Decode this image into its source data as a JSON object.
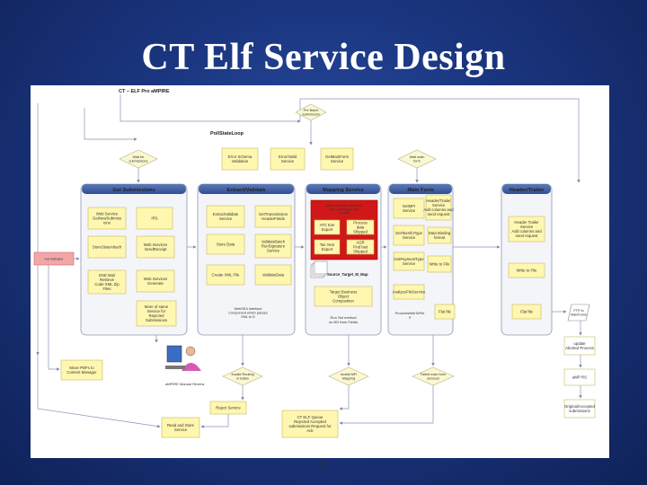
{
  "slide": {
    "title": "CT Elf Service Design",
    "page_number": "6"
  },
  "diagram": {
    "header": "CT – ELF Pro aMPIRE",
    "loop_label": "PollStateLoop",
    "top_nodes": {
      "pre_batch": [
        "Pre Batch",
        "Submission"
      ]
    },
    "sections": {
      "get_submissions": "Get Submissions",
      "extract_validate": "Extract/Validate",
      "mapping_service": "Mapping Service",
      "main_form": "Main Form",
      "header_trailer": "Header/Trailer"
    },
    "decisions": {
      "wait_submissions": [
        "Wait for",
        "submissions"
      ],
      "wait_main_form": [
        "Wait main",
        "form"
      ],
      "invalid_routing": [
        "Invalid Routing",
        "in Dates"
      ],
      "invalid_mapping": [
        "Invalid MFI",
        "Mapping"
      ],
      "failed_services": [
        "Failed main form",
        "services"
      ]
    },
    "notes": {
      "xsd_validation": [
        "Error Schema",
        "Validation"
      ],
      "mapping_service": [
        "Error/Valid",
        "Service"
      ],
      "get_main_form_service": [
        "GetMainForm",
        "Service"
      ]
    },
    "get_submissions": {
      "web_service": [
        "Web Service",
        "GetNewSubmiss",
        "ions"
      ],
      "irs": [
        "IRS"
      ],
      "store_attachments": [
        "StoreStateAttach"
      ],
      "web_services_send_receipt": [
        "Web Services",
        "SendReceipt"
      ],
      "dse_mail": [
        "DSE Mail",
        "Retrieve",
        "Code XML Zip",
        "Files"
      ],
      "web_services_generate": [
        "Web Services",
        "Generate"
      ],
      "more_of_same": [
        "More of same",
        "Service for",
        "Rejected",
        "Submissions"
      ]
    },
    "extract_validate": {
      "extract_validate_service": [
        "ExtractValidate",
        "Service"
      ],
      "get_transmission": [
        "GetTransmission",
        "HeaderFields"
      ],
      "store_data": [
        "Store Data"
      ],
      "validate_batch": [
        "ValidateBatch",
        "RunSignature",
        "Service"
      ],
      "create_xml_file": [
        "Create XML File"
      ],
      "validate_data": [
        "ValidateData"
      ],
      "interface_note": [
        "WebSEA Interface",
        "Component which passes",
        "XML to D"
      ]
    },
    "mapping_service": {
      "red_box_note": [
        "Maps from the submitted",
        "XML and Target XML",
        "Format"
      ],
      "atc_export": [
        "ATC Exe",
        "Export"
      ],
      "process_data": [
        "Process",
        "data",
        "Shipped"
      ],
      "tax_year_export": [
        "Tax Year",
        "Export"
      ],
      "agr_find_shipped": [
        "AGR",
        "Find last",
        "Shipped"
      ],
      "stacked_docs_label": "Source_Target_M_Map",
      "target_business_object": [
        "Target Business",
        "Object",
        "Composition"
      ],
      "run_set_method": [
        "Run Set method",
        "on BO from Fields"
      ]
    },
    "main_form": {
      "get_mfi_service": [
        "GetMFI",
        "Service"
      ],
      "header_trailer_service": [
        "Header/Trailer",
        "Service",
        "Add columns and",
        "send request"
      ],
      "get_tax_info_type": [
        "GetTaxInfoType",
        "Service"
      ],
      "data_binding": [
        "Data Binding",
        "format"
      ],
      "get_payment_type": [
        "GetPaymentType",
        "Service"
      ],
      "write_to_file": [
        "Write to File"
      ],
      "analyze_file": [
        "AnalyzeFileService"
      ],
      "process_write_to_file": [
        "ProcessWriteToFile",
        "d"
      ],
      "flat_file": [
        "Flat file"
      ]
    },
    "header_trailer": {
      "ht_service": [
        "Header Trailer",
        "Service",
        "Add columns and",
        "send request"
      ],
      "write_to_file": [
        "Write to File"
      ],
      "flat_file": [
        "Flat file"
      ],
      "ftp_mainframe": [
        "FTP to",
        "Mainframe"
      ]
    },
    "left_side": {
      "red_note": [
        "red indicator"
      ],
      "move_pdfs": [
        "Move PDFs to",
        "Content Manager"
      ],
      "manual_review": "aMPIRE Manual Review",
      "read_and_store": [
        "Read and Store",
        "Service"
      ]
    },
    "bottom": {
      "reject_service": [
        "Reject Service"
      ],
      "ct_elf_queue": [
        "CT ELF Queue",
        "Rejected Accepted",
        "submissions Request for",
        "Ack"
      ]
    },
    "right_column": {
      "update_aborted": [
        "update",
        "Aborted Process"
      ],
      "amp_rs": [
        "aMP RS"
      ],
      "original_accepted": [
        "Original/Accepted",
        "submissions"
      ]
    }
  }
}
